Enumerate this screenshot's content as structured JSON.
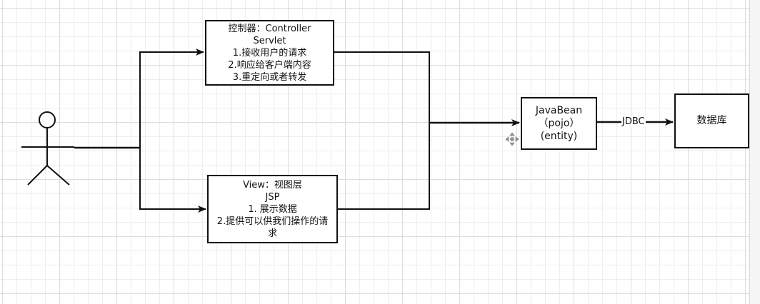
{
  "controller_box": {
    "lines": [
      "控制器：Controller",
      "Servlet",
      "1.接收用户的请求",
      "2.响应给客户端内容",
      "3.重定向或者转发"
    ]
  },
  "view_box": {
    "lines": [
      "View：视图层",
      "JSP",
      "1. 展示数据",
      "2.提供可以供我们操作的请",
      "求"
    ]
  },
  "javabean_box": {
    "lines": [
      "JavaBean",
      "（pojo）",
      "(entity)"
    ]
  },
  "database_box": {
    "label": "数据库"
  },
  "connector": {
    "jdbc_label": "JDBC"
  },
  "icons": {
    "actor": "user-stick-figure-icon",
    "move_handle": "move-handle-icon"
  },
  "colors": {
    "stroke": "#111111",
    "grid_major": "#dcdcdc",
    "grid_minor": "#eeeeee",
    "background": "#ffffff"
  }
}
